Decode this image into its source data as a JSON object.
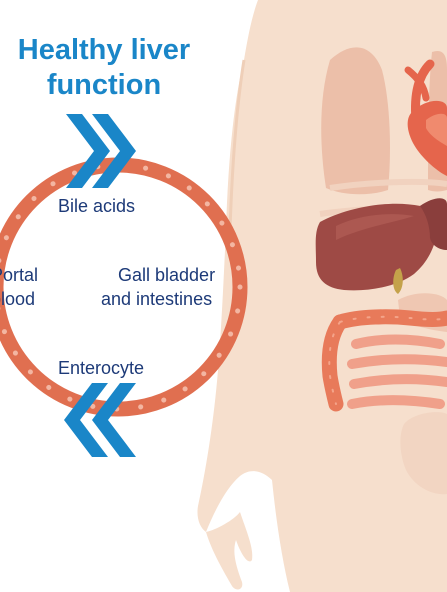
{
  "title": {
    "line1": "Healthy liver",
    "line2": "function"
  },
  "cycle": {
    "top_label": "Bile acids",
    "right_label_line1": "Gall bladder",
    "right_label_line2": "and intestines",
    "bottom_label": "Enterocyte",
    "left_label_line1": "Portal",
    "left_label_line2": "blood"
  },
  "colors": {
    "title": "#1a86c8",
    "label": "#1d3a78",
    "ring": "#e06f50",
    "ring_dots": "#f3b6a2",
    "arrows": "#1a86c8",
    "body_skin": "#f6dfcd",
    "liver": "#9e4a45",
    "intestine": "#e87a5a",
    "heart": "#e5654c"
  }
}
